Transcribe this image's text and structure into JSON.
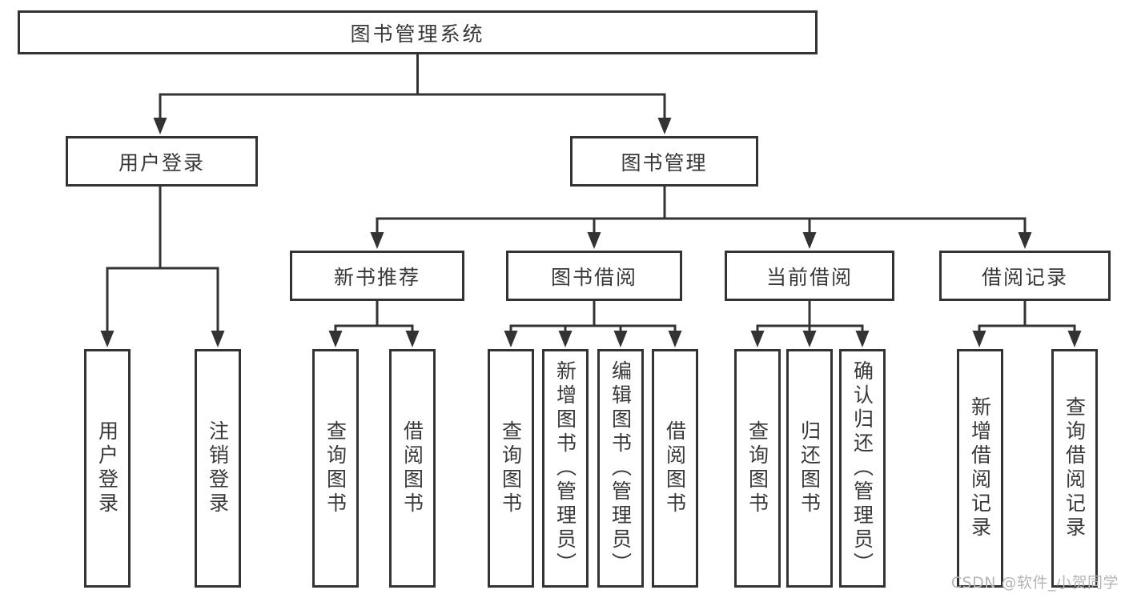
{
  "diagram": {
    "root": {
      "label": "图书管理系统"
    },
    "branches": [
      {
        "label": "用户登录",
        "children": [
          {
            "label": "用户登录"
          },
          {
            "label": "注销登录"
          }
        ]
      },
      {
        "label": "图书管理",
        "children": [
          {
            "label": "新书推荐",
            "children": [
              {
                "label": "查询图书"
              },
              {
                "label": "借阅图书"
              }
            ]
          },
          {
            "label": "图书借阅",
            "children": [
              {
                "label": "查询图书"
              },
              {
                "label": "新增图书（管理员）"
              },
              {
                "label": "编辑图书（管理员）"
              },
              {
                "label": "借阅图书"
              }
            ]
          },
          {
            "label": "当前借阅",
            "children": [
              {
                "label": "查询图书"
              },
              {
                "label": "归还图书"
              },
              {
                "label": "确认归还（管理员）"
              }
            ]
          },
          {
            "label": "借阅记录",
            "children": [
              {
                "label": "新增借阅记录"
              },
              {
                "label": "查询借阅记录"
              }
            ]
          }
        ]
      }
    ]
  },
  "watermark": "CSDN @软件_小贺同学",
  "colors": {
    "line": "#333333",
    "text": "#383838",
    "watermark": "#b5b5b5",
    "background": "#ffffff"
  }
}
